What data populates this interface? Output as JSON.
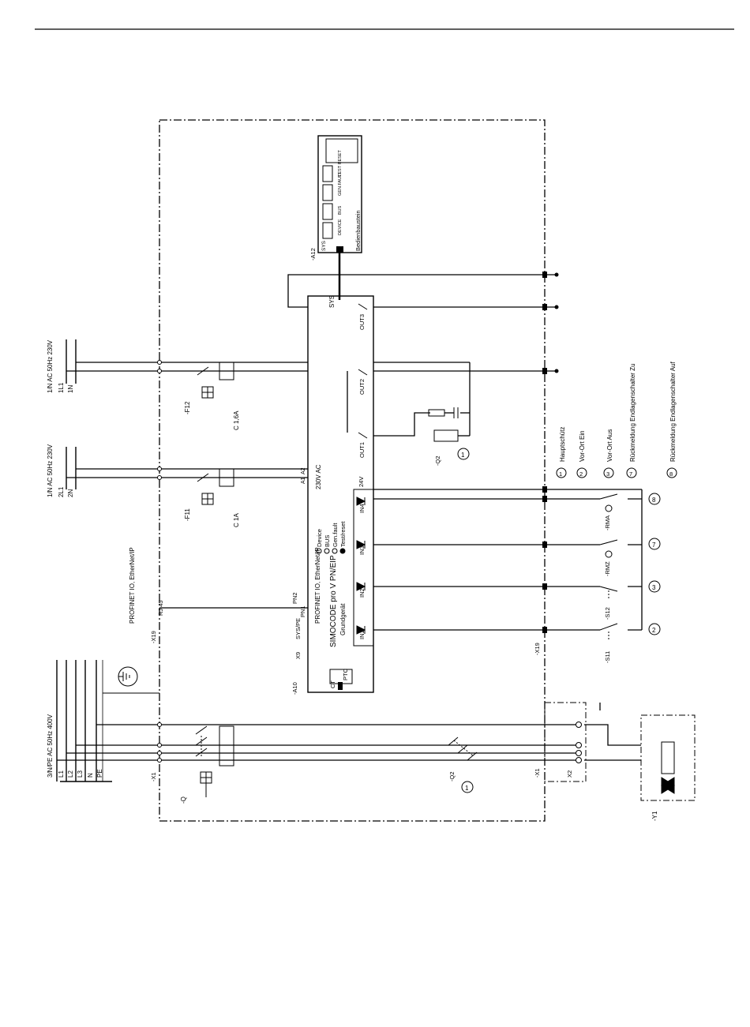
{
  "supplies": {
    "three_phase": {
      "title": "3/N/PE AC 50Hz 400V",
      "conductors": [
        "L1",
        "L2",
        "L3",
        "N",
        "PE"
      ]
    },
    "f11_supply": {
      "title": "1/N AC 50Hz 230V",
      "conductors": [
        "2L1",
        "2N"
      ]
    },
    "f12_supply": {
      "title": "1/N AC 50Hz 230V",
      "conductors": [
        "1L1",
        "1N"
      ]
    },
    "network": {
      "title": "PROFINET IO, EtherNet/IP",
      "connector": "RJ 45"
    }
  },
  "devices": {
    "main_switch": {
      "ref": "-Q"
    },
    "terminal_x1": {
      "ref": "-X1"
    },
    "terminal_x2": {
      "ref": "X2"
    },
    "terminal_x19": {
      "ref": "-X19"
    },
    "fuse_f11": {
      "ref": "-F11",
      "rating": "C 1A"
    },
    "fuse_f12": {
      "ref": "-F12",
      "rating": "C 1,6A"
    },
    "contactor_q2": {
      "ref": "-Q2",
      "marker": "1"
    },
    "panel": {
      "ref": "-A12",
      "label": "Bedienbaustein",
      "port": "SYS",
      "leds": [
        "DEVICE",
        "BUS",
        "GEN.FAULT",
        "TEST RESET"
      ]
    },
    "actuator": {
      "ref": "-Y1"
    },
    "simocode": {
      "ref": "-A10",
      "title": "SIMOCODE pro V PN/EIP",
      "subtitle": "Grundgerät",
      "network": "PROFINET IO, EtherNet/IP",
      "ports": [
        "PN1",
        "PN2"
      ],
      "x9": "X9",
      "sys_pe": "SYS/PE",
      "supply": "230V AC",
      "ptc": "PTC",
      "ct": "CT",
      "sys": "SYS",
      "leds": [
        "Device",
        "BUS",
        "Gen.fault",
        "Test/reset"
      ],
      "outputs": [
        "OUT1",
        "OUT2",
        "OUT3"
      ],
      "inputs": [
        "IN1",
        "IN2",
        "IN3",
        "IN4"
      ],
      "dc": "24V"
    },
    "switches": [
      "-S11",
      "-S12",
      "-RMZ",
      "-RMA"
    ]
  },
  "legend": [
    {
      "marker": "1",
      "text": "Hauptschütz"
    },
    {
      "marker": "2",
      "text": "Vor-Ort Ein"
    },
    {
      "marker": "3",
      "text": "Vor-Ort Aus"
    },
    {
      "marker": "7",
      "text": "Rückmeldung Endlagenschalter Zu"
    },
    {
      "marker": "8",
      "text": "Rückmeldung Endlagenschalter Auf"
    }
  ]
}
